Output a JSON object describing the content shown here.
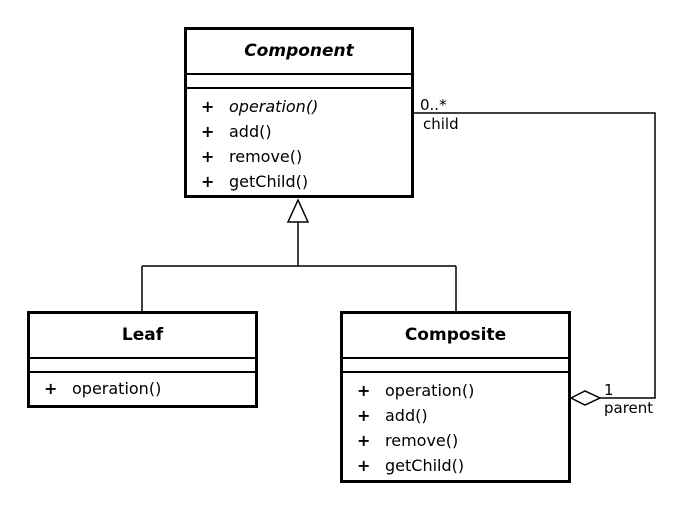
{
  "component": {
    "name": "Component",
    "operations": [
      {
        "vis": "+",
        "name": "operation()",
        "abstract": true
      },
      {
        "vis": "+",
        "name": "add()"
      },
      {
        "vis": "+",
        "name": "remove()"
      },
      {
        "vis": "+",
        "name": "getChild()"
      }
    ]
  },
  "leaf": {
    "name": "Leaf",
    "operations": [
      {
        "vis": "+",
        "name": "operation()"
      }
    ]
  },
  "composite": {
    "name": "Composite",
    "operations": [
      {
        "vis": "+",
        "name": "operation()"
      },
      {
        "vis": "+",
        "name": "add()"
      },
      {
        "vis": "+",
        "name": "remove()"
      },
      {
        "vis": "+",
        "name": "getChild()"
      }
    ]
  },
  "association": {
    "child_multiplicity": "0..*",
    "child_role": "child",
    "parent_multiplicity": "1",
    "parent_role": "parent"
  }
}
